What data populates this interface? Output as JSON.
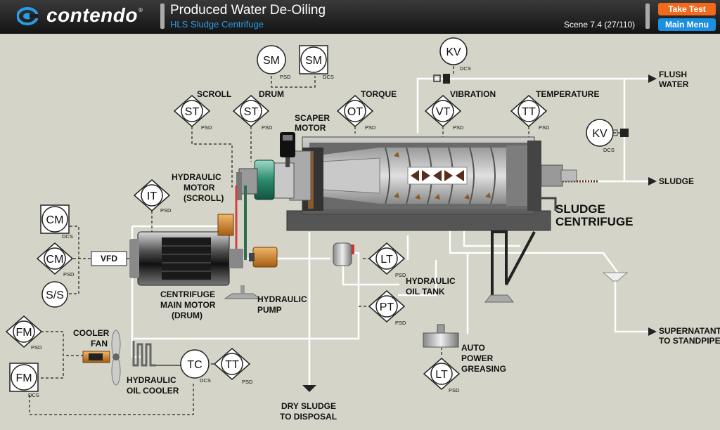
{
  "header": {
    "logo_text": "contendo",
    "logo_reg": "®",
    "title": "Produced Water De-Oiling",
    "subtitle": "HLS Sludge Centrifuge",
    "scene": "Scene 7.4 (27/110)",
    "take_test": "Take Test",
    "main_menu": "Main Menu"
  },
  "instruments": {
    "sm_psd": {
      "tag": "SM",
      "sub": "PSD"
    },
    "sm_dcs": {
      "tag": "SM",
      "sub": "DCS"
    },
    "kv_flush": {
      "tag": "KV",
      "sub": "DCS"
    },
    "st_scroll": {
      "tag": "ST",
      "sub": "PSD"
    },
    "st_drum": {
      "tag": "ST",
      "sub": "PSD"
    },
    "ot": {
      "tag": "OT",
      "sub": "PSD"
    },
    "vt": {
      "tag": "VT",
      "sub": "PSD"
    },
    "tt_temp": {
      "tag": "TT",
      "sub": "PSD"
    },
    "kv_sludge": {
      "tag": "KV",
      "sub": "DCS"
    },
    "it": {
      "tag": "IT",
      "sub": "PSD"
    },
    "cm_dcs": {
      "tag": "CM",
      "sub": "DCS"
    },
    "cm_psd": {
      "tag": "CM",
      "sub": "PSD"
    },
    "ss": {
      "tag": "S/S"
    },
    "lt_oil": {
      "tag": "LT",
      "sub": "PSD"
    },
    "pt": {
      "tag": "PT",
      "sub": "PSD"
    },
    "fm_psd": {
      "tag": "FM",
      "sub": "PSD"
    },
    "fm_dcs": {
      "tag": "FM",
      "sub": "DCS"
    },
    "tc": {
      "tag": "TC",
      "sub": "DCS"
    },
    "tt_oil": {
      "tag": "TT",
      "sub": "PSD"
    },
    "lt_grease": {
      "tag": "LT",
      "sub": "PSD"
    }
  },
  "labels": {
    "scroll": "SCROLL",
    "drum": "DRUM",
    "scraper_1": "SCAPER",
    "scraper_2": "MOTOR",
    "torque": "TORQUE",
    "vibration": "VIBRATION",
    "temperature": "TEMPERATURE",
    "flush_1": "FLUSH",
    "flush_2": "WATER",
    "sludge": "SLUDGE",
    "sludge_centrifuge_1": "SLUDGE",
    "sludge_centrifuge_2": "CENTRIFUGE",
    "hyd_motor_1": "HYDRAULIC",
    "hyd_motor_2": "MOTOR",
    "hyd_motor_3": "(SCROLL)",
    "vfd": "VFD",
    "main_motor_1": "CENTRIFUGE",
    "main_motor_2": "MAIN MOTOR",
    "main_motor_3": "(DRUM)",
    "hyd_pump_1": "HYDRAULIC",
    "hyd_pump_2": "PUMP",
    "oil_tank_1": "HYDRAULIC",
    "oil_tank_2": "OIL TANK",
    "cooler_fan_1": "COOLER",
    "cooler_fan_2": "FAN",
    "oil_cooler_1": "HYDRAULIC",
    "oil_cooler_2": "OIL COOLER",
    "supernatant_1": "SUPERNATANT",
    "supernatant_2": "TO STANDPIPE",
    "auto_grease_1": "AUTO",
    "auto_grease_2": "POWER",
    "auto_grease_3": "GREASING",
    "dry_sludge_1": "DRY SLUDGE",
    "dry_sludge_2": "TO DISPOSAL"
  }
}
